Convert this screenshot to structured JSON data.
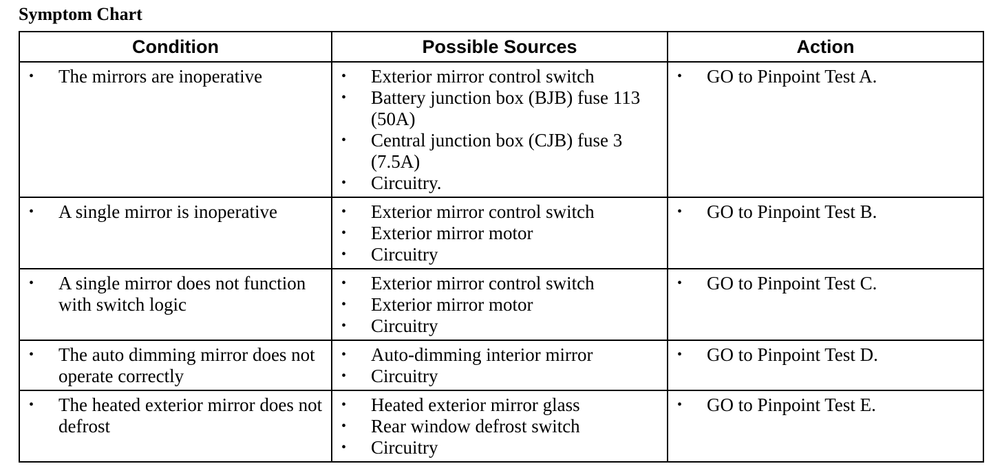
{
  "title": "Symptom Chart",
  "columns": [
    "Condition",
    "Possible Sources",
    "Action"
  ],
  "rows": [
    {
      "condition": [
        "The mirrors are inoperative"
      ],
      "sources": [
        "Exterior mirror control switch",
        "Battery junction box (BJB) fuse 113 (50A)",
        "Central junction box (CJB) fuse 3 (7.5A)",
        "Circuitry."
      ],
      "action": [
        "GO to Pinpoint Test A."
      ]
    },
    {
      "condition": [
        "A single mirror is inoperative"
      ],
      "sources": [
        "Exterior mirror control switch",
        "Exterior mirror motor",
        "Circuitry"
      ],
      "action": [
        "GO to Pinpoint Test B."
      ]
    },
    {
      "condition": [
        "A single mirror does not function with switch logic"
      ],
      "sources": [
        "Exterior mirror control switch",
        "Exterior mirror motor",
        "Circuitry"
      ],
      "action": [
        "GO to Pinpoint Test C."
      ]
    },
    {
      "condition": [
        "The auto dimming mirror does not operate correctly"
      ],
      "sources": [
        "Auto-dimming interior mirror",
        "Circuitry"
      ],
      "action": [
        "GO to Pinpoint Test D."
      ]
    },
    {
      "condition": [
        "The heated exterior mirror does not defrost"
      ],
      "sources": [
        "Heated exterior mirror glass",
        "Rear window defrost switch",
        "Circuitry"
      ],
      "action": [
        "GO to Pinpoint Test E."
      ]
    }
  ]
}
